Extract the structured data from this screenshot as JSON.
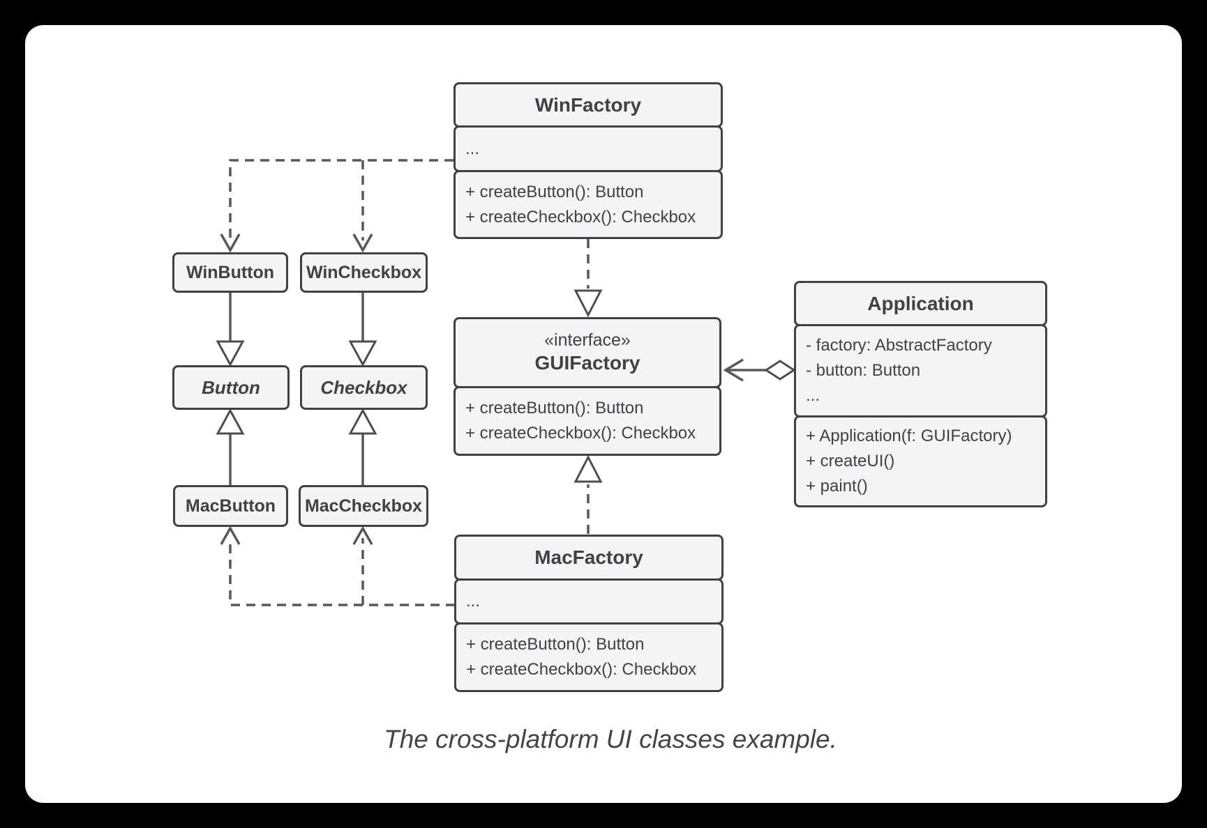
{
  "caption": "The cross-platform UI classes example.",
  "colors": {
    "page_background": "#000000",
    "card_background": "#ffffff",
    "box_fill": "#f4f4f4",
    "box_border": "#3e4147",
    "text": "#3e4147",
    "connector": "#54575d"
  },
  "classes": {
    "win_factory": {
      "title": "WinFactory",
      "attrs": [
        "..."
      ],
      "methods": [
        "+ createButton(): Button",
        "+ createCheckbox(): Checkbox"
      ]
    },
    "gui_factory": {
      "stereotype": "«interface»",
      "title": "GUIFactory",
      "methods": [
        "+ createButton(): Button",
        "+ createCheckbox(): Checkbox"
      ]
    },
    "mac_factory": {
      "title": "MacFactory",
      "attrs": [
        "..."
      ],
      "methods": [
        "+ createButton(): Button",
        "+ createCheckbox(): Checkbox"
      ]
    },
    "application": {
      "title": "Application",
      "attrs": [
        "- factory: AbstractFactory",
        "- button: Button",
        "..."
      ],
      "methods": [
        "+ Application(f: GUIFactory)",
        "+ createUI()",
        "+ paint()"
      ]
    },
    "win_button": {
      "title": "WinButton"
    },
    "win_checkbox": {
      "title": "WinCheckbox"
    },
    "button": {
      "title": "Button"
    },
    "checkbox": {
      "title": "Checkbox"
    },
    "mac_button": {
      "title": "MacButton"
    },
    "mac_checkbox": {
      "title": "MacCheckbox"
    }
  },
  "relations": [
    {
      "from": "WinFactory",
      "to": "GUIFactory",
      "type": "realization"
    },
    {
      "from": "MacFactory",
      "to": "GUIFactory",
      "type": "realization"
    },
    {
      "from": "WinButton",
      "to": "Button",
      "type": "inheritance"
    },
    {
      "from": "WinCheckbox",
      "to": "Checkbox",
      "type": "inheritance"
    },
    {
      "from": "MacButton",
      "to": "Button",
      "type": "inheritance"
    },
    {
      "from": "MacCheckbox",
      "to": "Checkbox",
      "type": "inheritance"
    },
    {
      "from": "WinFactory",
      "to": "WinButton",
      "type": "dependency"
    },
    {
      "from": "WinFactory",
      "to": "WinCheckbox",
      "type": "dependency"
    },
    {
      "from": "MacFactory",
      "to": "MacButton",
      "type": "dependency"
    },
    {
      "from": "MacFactory",
      "to": "MacCheckbox",
      "type": "dependency"
    },
    {
      "from": "Application",
      "to": "GUIFactory",
      "type": "aggregation"
    }
  ]
}
